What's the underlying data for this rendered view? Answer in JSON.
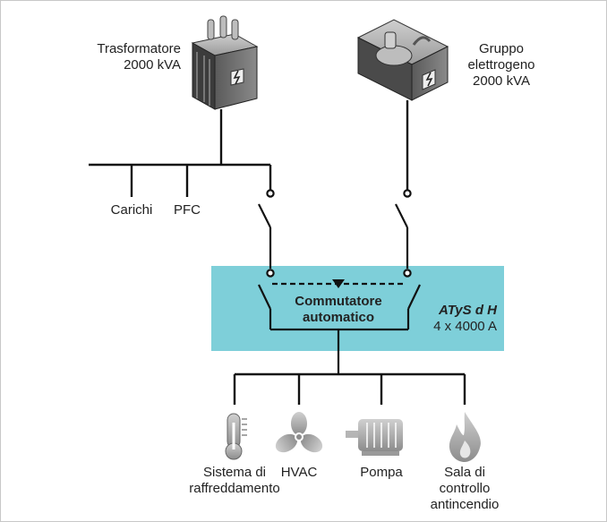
{
  "transformer": {
    "label_line1": "Trasformatore",
    "label_line2": "2000 kVA"
  },
  "generator": {
    "label_line1": "Gruppo",
    "label_line2": "elettrogeno",
    "label_line3": "2000 kVA"
  },
  "branches": {
    "loads": "Carichi",
    "pfc": "PFC"
  },
  "ats": {
    "title_line1": "Commutatore",
    "title_line2": "automatico",
    "model": "ATyS d H",
    "rating": "4 x 4000 A",
    "box_color": "#7ecfd9"
  },
  "outputs": [
    {
      "icon": "thermometer-icon",
      "line1": "Sistema di",
      "line2": "raffreddamento",
      "line3": ""
    },
    {
      "icon": "fan-icon",
      "line1": "HVAC",
      "line2": "",
      "line3": ""
    },
    {
      "icon": "motor-pump-icon",
      "line1": "Pompa",
      "line2": "",
      "line3": ""
    },
    {
      "icon": "flame-icon",
      "line1": "Sala di",
      "line2": "controllo",
      "line3": "antincendio"
    }
  ]
}
